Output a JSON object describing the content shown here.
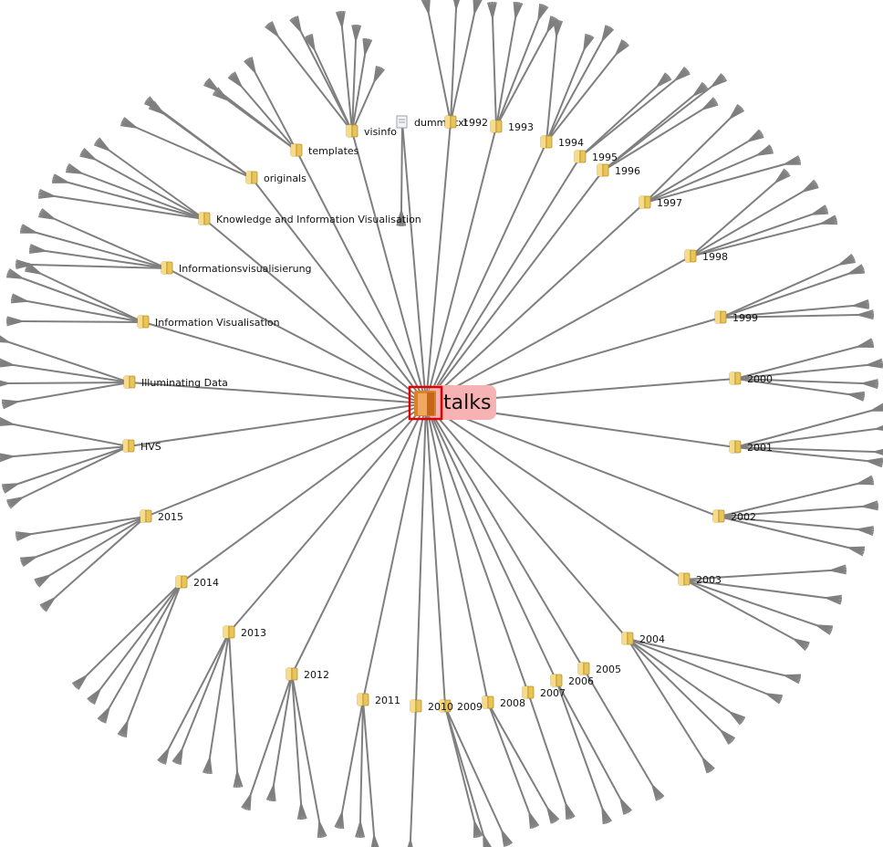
{
  "root": {
    "label": "talks",
    "icon": "folder-open-icon",
    "selected": true
  },
  "colors": {
    "edge": "#7f7f7f",
    "folder": "#e8c45a",
    "folder_dark": "#b8922a",
    "selection": "#e00000",
    "highlight": "#f7b3b3"
  },
  "nodes": [
    {
      "label": "visinfo",
      "icon": "folder-icon"
    },
    {
      "label": "dummy.txt",
      "icon": "file-icon"
    },
    {
      "label": "1992",
      "icon": "folder-icon"
    },
    {
      "label": "1993",
      "icon": "folder-icon"
    },
    {
      "label": "1994",
      "icon": "folder-icon"
    },
    {
      "label": "1995",
      "icon": "folder-icon"
    },
    {
      "label": "1996",
      "icon": "folder-icon"
    },
    {
      "label": "1997",
      "icon": "folder-icon"
    },
    {
      "label": "1998",
      "icon": "folder-icon"
    },
    {
      "label": "1999",
      "icon": "folder-icon"
    },
    {
      "label": "2000",
      "icon": "folder-icon"
    },
    {
      "label": "2001",
      "icon": "folder-icon"
    },
    {
      "label": "2002",
      "icon": "folder-icon"
    },
    {
      "label": "2003",
      "icon": "folder-icon"
    },
    {
      "label": "2004",
      "icon": "folder-icon"
    },
    {
      "label": "2005",
      "icon": "folder-icon"
    },
    {
      "label": "2006",
      "icon": "folder-icon"
    },
    {
      "label": "2007",
      "icon": "folder-icon"
    },
    {
      "label": "2008",
      "icon": "folder-icon"
    },
    {
      "label": "2009",
      "icon": "folder-icon"
    },
    {
      "label": "2010",
      "icon": "folder-icon"
    },
    {
      "label": "2011",
      "icon": "folder-icon"
    },
    {
      "label": "2012",
      "icon": "folder-icon"
    },
    {
      "label": "2013",
      "icon": "folder-icon"
    },
    {
      "label": "2014",
      "icon": "folder-icon"
    },
    {
      "label": "2015",
      "icon": "folder-icon"
    },
    {
      "label": "HVS",
      "icon": "folder-icon"
    },
    {
      "label": "Illuminating Data",
      "icon": "folder-icon"
    },
    {
      "label": "Information Visualisation",
      "icon": "folder-icon"
    },
    {
      "label": "Informationsvisualisierung",
      "icon": "folder-icon"
    },
    {
      "label": "Knowledge and Information Visualisation",
      "icon": "folder-icon"
    },
    {
      "label": "originals",
      "icon": "folder-icon"
    },
    {
      "label": "templates",
      "icon": "folder-icon"
    }
  ]
}
